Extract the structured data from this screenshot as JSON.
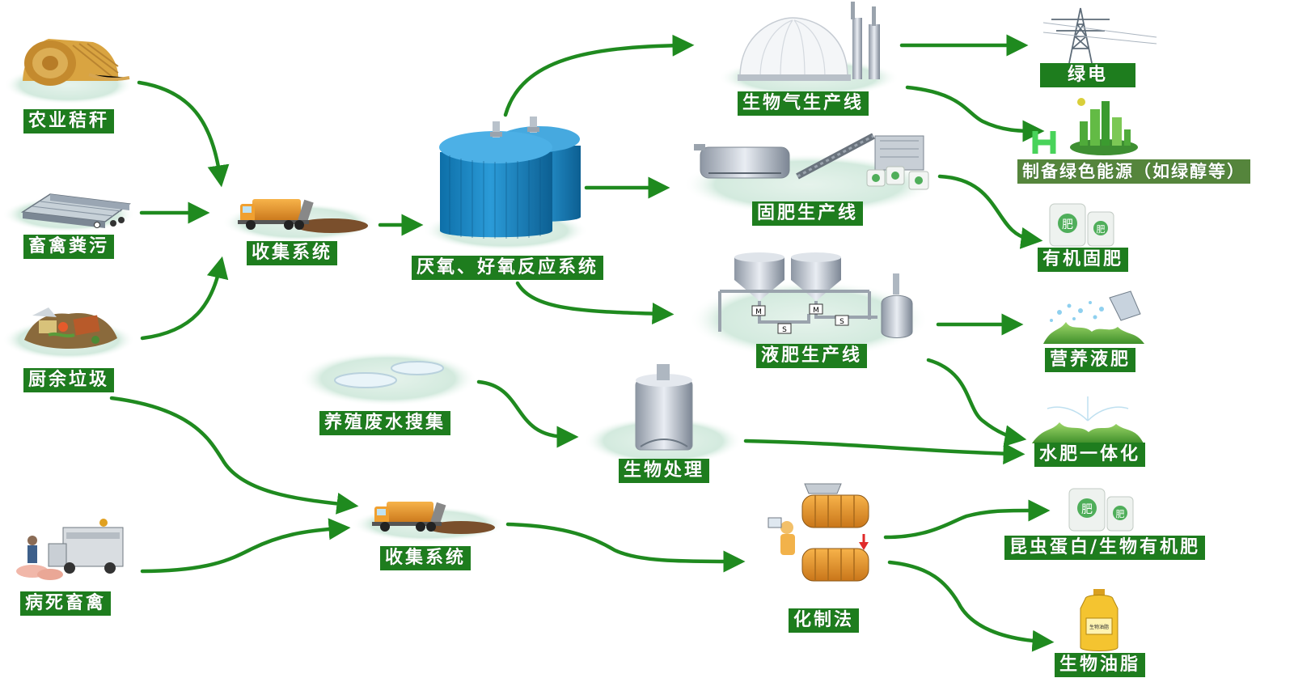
{
  "colors": {
    "label_green": "#1e7d1e",
    "label_olive": "#55853c",
    "arrow_green": "#1f8a1f",
    "disc_fill": "#d7ece3"
  },
  "nodes": {
    "straw": "农业秸秆",
    "manure": "畜禽粪污",
    "kitchen": "厨余垃圾",
    "collect1": "收集系统",
    "reactor": "厌氧、好氧反应系统",
    "biogas": "生物气生产线",
    "green_power": "绿电",
    "green_energy": "制备绿色能源（如绿醇等）",
    "solid_line": "固肥生产线",
    "organic_fert": "有机固肥",
    "liquid_line": "液肥生产线",
    "nutrient": "营养液肥",
    "wastewater": "养殖废水搜集",
    "bio_treat": "生物处理",
    "fertigation": "水肥一体化",
    "dead_animals": "病死畜禽",
    "collect2": "收集系统",
    "rendering": "化制法",
    "insect": "昆虫蛋白/生物有机肥",
    "bio_oil": "生物油脂"
  },
  "images": {
    "fertilizer_bag_text": "肥",
    "oil_bottle_text": "生物油脂",
    "valve_m": "M",
    "valve_s": "S"
  }
}
